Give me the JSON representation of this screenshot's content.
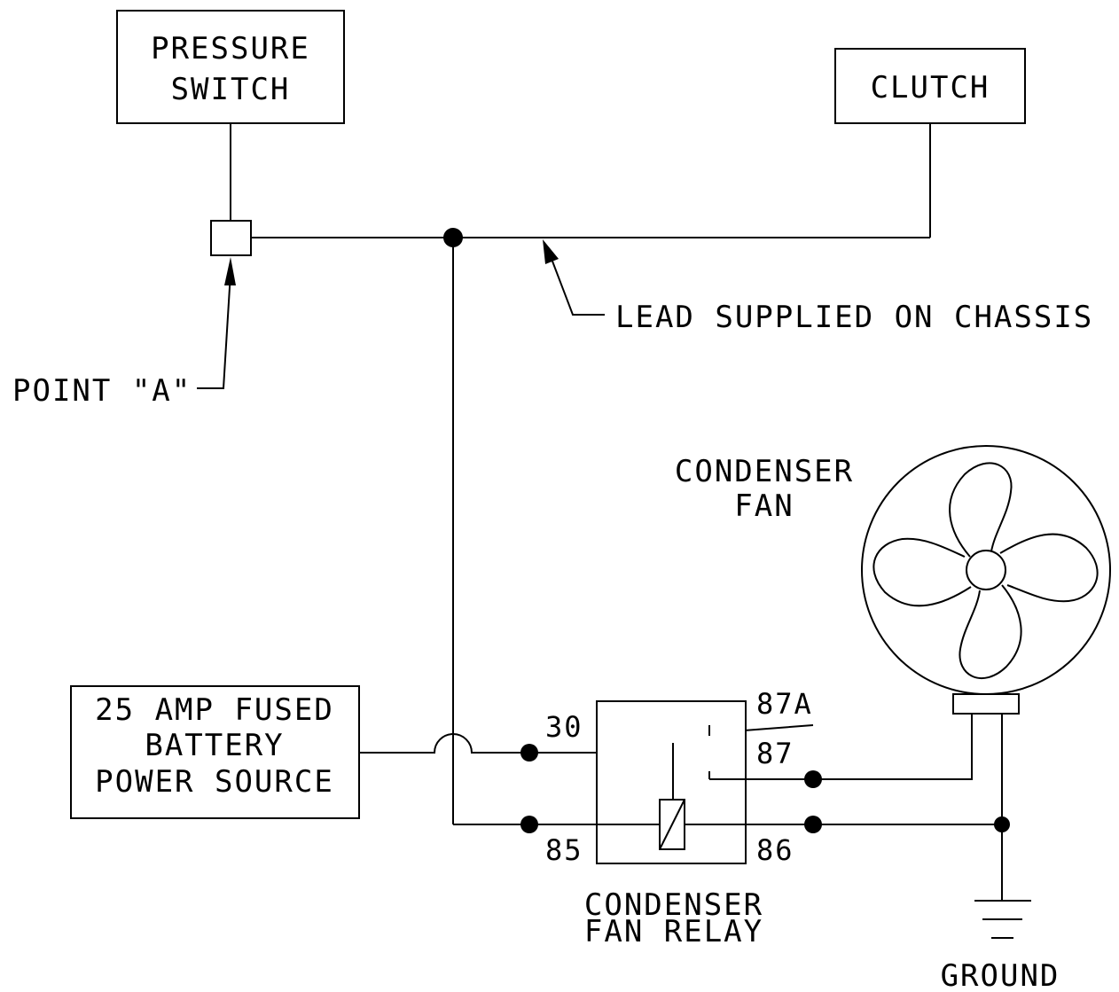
{
  "components": {
    "pressure_switch": {
      "line1": "PRESSURE",
      "line2": "SWITCH"
    },
    "clutch": {
      "label": "CLUTCH"
    },
    "power_source": {
      "line1": "25 AMP FUSED",
      "line2": "BATTERY",
      "line3": "POWER SOURCE"
    },
    "condenser_fan": {
      "line1": "CONDENSER",
      "line2": "FAN"
    },
    "relay": {
      "line1": "CONDENSER",
      "line2": "FAN RELAY",
      "pins": {
        "p30": "30",
        "p85": "85",
        "p86": "86",
        "p87": "87",
        "p87a": "87A"
      }
    },
    "ground": {
      "label": "GROUND"
    }
  },
  "annotations": {
    "point_a": "POINT \"A\"",
    "lead": "LEAD SUPPLIED ON CHASSIS"
  }
}
